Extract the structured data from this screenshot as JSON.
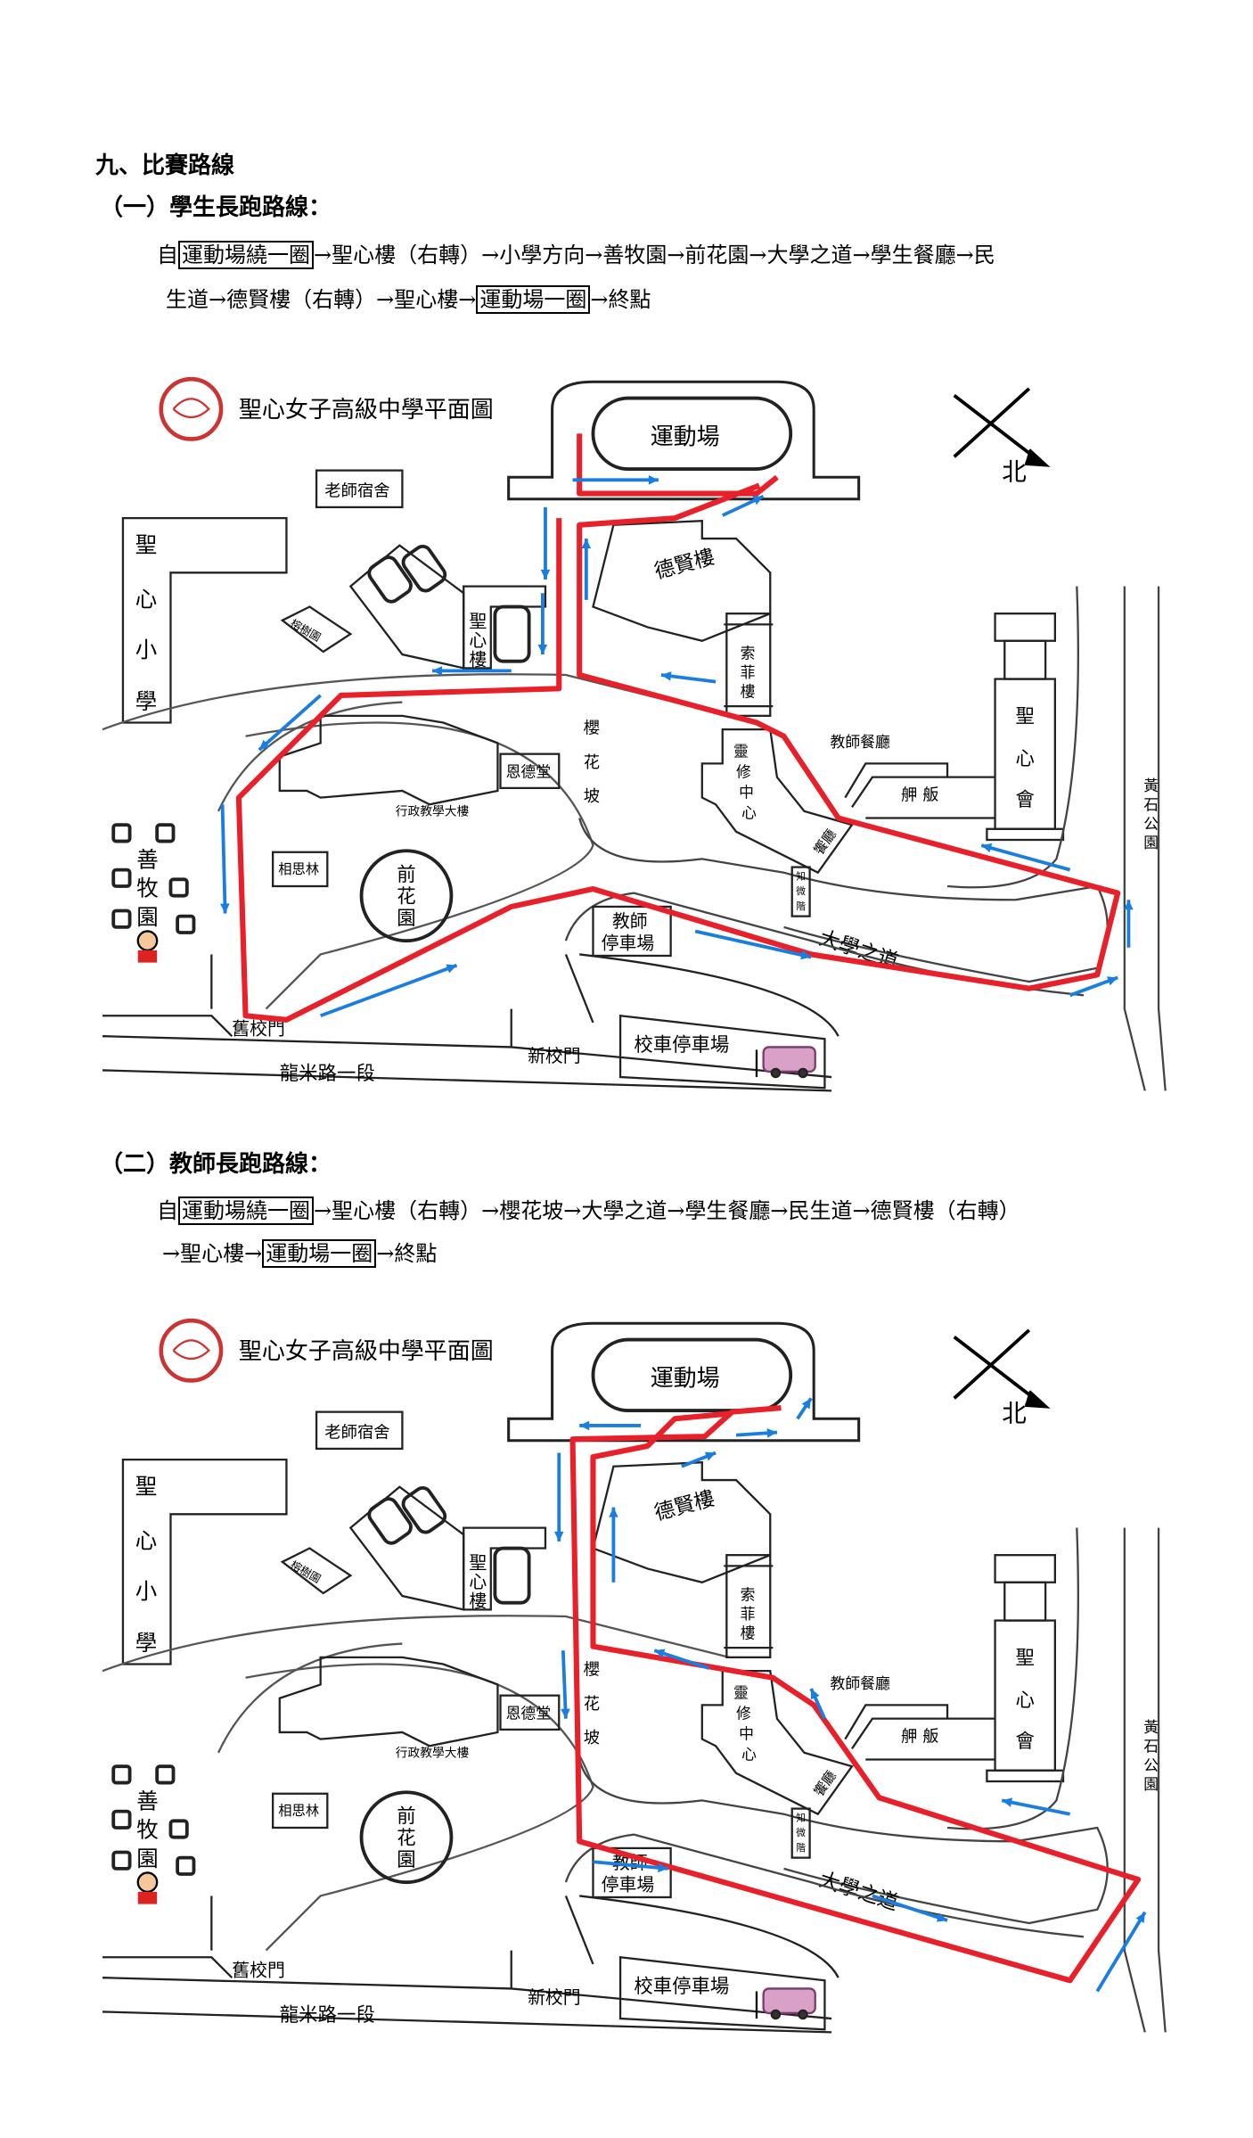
{
  "section_title": "九、比賽路線",
  "student": {
    "heading": "（一）學生長跑路線：",
    "line1": {
      "prefix": "自",
      "boxed": "運動場繞一圈",
      "rest": "→聖心樓（右轉）→小學方向→善牧園→前花園→大學之道→學生餐廳→民"
    },
    "line2": {
      "prefix": "生道→德賢樓（右轉）→聖心樓→",
      "boxed": "運動場一圈",
      "rest": "→終點"
    }
  },
  "teacher": {
    "heading": "（二）教師長跑路線：",
    "line1": {
      "prefix": "自",
      "boxed": "運動場繞一圈",
      "rest": "→聖心樓（右轉）→櫻花坡→大學之道→學生餐廳→民生道→德賢樓（右轉）"
    },
    "line2": {
      "prefix": "→聖心樓→",
      "boxed": "運動場一圈",
      "rest": "→終點"
    }
  },
  "map": {
    "title": "聖心女子高級中學平面圖",
    "north": "北",
    "labels": {
      "field": "運動場",
      "dorm": "老師宿舍",
      "primary": [
        "聖",
        "心",
        "小",
        "學"
      ],
      "shengxin_bldg": [
        "聖",
        "心",
        "樓"
      ],
      "banyan": "榕樹園",
      "admin": "行政教學大樓",
      "ende": "恩德堂",
      "xiangsi": "相思林",
      "front_garden": [
        "前",
        "花",
        "園"
      ],
      "shanmu": [
        "善",
        "牧",
        "園"
      ],
      "sakura": [
        "櫻",
        "花",
        "坡"
      ],
      "dexian": "德賢樓",
      "sophie": [
        "索",
        "菲",
        "樓"
      ],
      "retreat": [
        "靈",
        "修",
        "中",
        "心"
      ],
      "teacher_dining": "教師餐廳",
      "canteen_side": "舺 舨",
      "society": [
        "聖",
        "心",
        "會"
      ],
      "huangshi": [
        "黃",
        "石",
        "公",
        "園"
      ],
      "dining_hall": "饗廳",
      "zhiwei": [
        "知",
        "微",
        "階"
      ],
      "avenue": "大學之道",
      "teacher_parking": [
        "教師",
        "停車場"
      ],
      "old_gate": "舊校門",
      "road": "龍米路一段",
      "new_gate": "新校門",
      "bus_parking": "校車停車場"
    },
    "colors": {
      "route": "#e8202a",
      "arrow": "#1a7de0"
    }
  }
}
